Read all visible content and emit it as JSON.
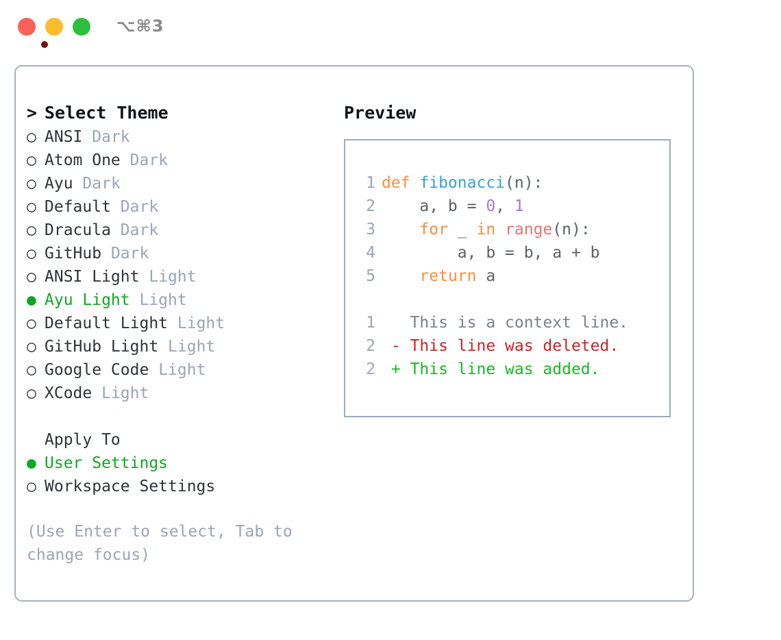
{
  "window": {
    "shortcut": "⌥⌘3",
    "traffic_lights": [
      {
        "name": "close",
        "color": "#fc6058"
      },
      {
        "name": "minimize",
        "color": "#fdbc2d"
      },
      {
        "name": "maximize",
        "color": "#2ac03e"
      }
    ]
  },
  "theme_list": {
    "header": "Select Theme",
    "caret": ">",
    "marker_selected": "●",
    "marker_unselected": "○",
    "items": [
      {
        "label": "ANSI",
        "tag": "Dark",
        "selected": false
      },
      {
        "label": "Atom One",
        "tag": "Dark",
        "selected": false
      },
      {
        "label": "Ayu",
        "tag": "Dark",
        "selected": false
      },
      {
        "label": "Default",
        "tag": "Dark",
        "selected": false
      },
      {
        "label": "Dracula",
        "tag": "Dark",
        "selected": false
      },
      {
        "label": "GitHub",
        "tag": "Dark",
        "selected": false
      },
      {
        "label": "ANSI Light",
        "tag": "Light",
        "selected": false
      },
      {
        "label": "Ayu Light",
        "tag": "Light",
        "selected": true
      },
      {
        "label": "Default Light",
        "tag": "Light",
        "selected": false
      },
      {
        "label": "GitHub Light",
        "tag": "Light",
        "selected": false
      },
      {
        "label": "Google Code",
        "tag": "Light",
        "selected": false
      },
      {
        "label": "XCode",
        "tag": "Light",
        "selected": false
      }
    ]
  },
  "apply_to": {
    "header": "Apply To",
    "items": [
      {
        "label": "User Settings",
        "selected": true
      },
      {
        "label": "Workspace Settings",
        "selected": false
      }
    ]
  },
  "hint": "(Use Enter to select, Tab to change focus)",
  "preview": {
    "title": "Preview",
    "code_lines": [
      {
        "n": "1",
        "tokens": [
          {
            "t": "def ",
            "c": "kw"
          },
          {
            "t": "fibonacci",
            "c": "fn"
          },
          {
            "t": "(n):",
            "c": "pl"
          }
        ]
      },
      {
        "n": "2",
        "tokens": [
          {
            "t": "    a, b = ",
            "c": "pl"
          },
          {
            "t": "0",
            "c": "num"
          },
          {
            "t": ", ",
            "c": "pl"
          },
          {
            "t": "1",
            "c": "num"
          }
        ]
      },
      {
        "n": "3",
        "tokens": [
          {
            "t": "    ",
            "c": "pl"
          },
          {
            "t": "for",
            "c": "kw"
          },
          {
            "t": " _ ",
            "c": "pl"
          },
          {
            "t": "in",
            "c": "kw"
          },
          {
            "t": " ",
            "c": "pl"
          },
          {
            "t": "range",
            "c": "bi"
          },
          {
            "t": "(n):",
            "c": "pl"
          }
        ]
      },
      {
        "n": "4",
        "tokens": [
          {
            "t": "        a, b = b, a + b",
            "c": "pl"
          }
        ]
      },
      {
        "n": "5",
        "tokens": [
          {
            "t": "    ",
            "c": "pl"
          },
          {
            "t": "return",
            "c": "kw"
          },
          {
            "t": " a",
            "c": "pl"
          }
        ]
      }
    ],
    "diff_lines": [
      {
        "n": "1",
        "sign": " ",
        "text": "This is a context line.",
        "kind": "ctx"
      },
      {
        "n": "2",
        "sign": "-",
        "text": "This line was deleted.",
        "kind": "del"
      },
      {
        "n": "2",
        "sign": "+",
        "text": "This line was added.",
        "kind": "add"
      }
    ]
  },
  "colors": {
    "accent_green": "#0fa824",
    "muted": "#9aa5b5",
    "keyword": "#fa8d3e",
    "function": "#399ee6",
    "number": "#a37acc",
    "builtin": "#f07171",
    "diff_delete": "#cf2222",
    "diff_add": "#0fbf1a",
    "border": "#a0abbb"
  }
}
